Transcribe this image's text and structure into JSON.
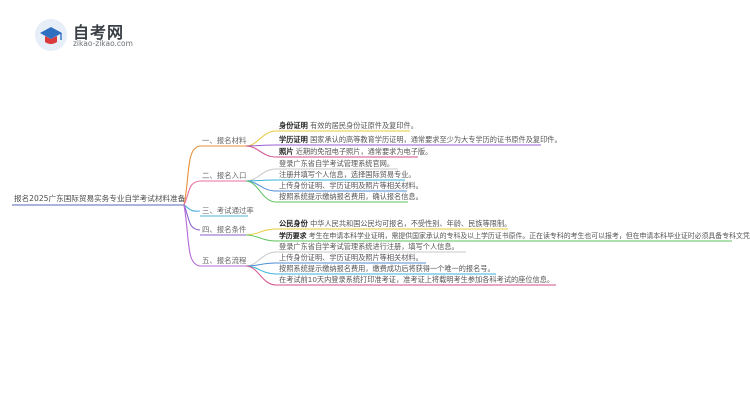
{
  "logo": {
    "title": "自考网",
    "subtitle": "zikao-zikao.com",
    "icon": "graduation-cap-icon"
  },
  "mindmap": {
    "root": "报名2025广东国际贸易实务专业自学考试材料准备",
    "branches": [
      {
        "label": "一、报名材料",
        "color": "#e8913a",
        "items": [
          {
            "key": "身份证明",
            "text": "有效的居民身份证原件及复印件。",
            "color": "#e8c93a"
          },
          {
            "key": "学历证明",
            "text": "国家承认的高等教育学历证明，通常要求至少为大专学历的证书原件及复印件。",
            "color": "#9a5fd0"
          },
          {
            "key": "照片",
            "text": "近期的免冠电子照片，通常要求为电子版。",
            "color": "#d04f8a"
          }
        ]
      },
      {
        "label": "二、报名入口",
        "color": "#e86fa0",
        "items": [
          {
            "key": "",
            "text": "登录广东省自学考试管理系统官网。",
            "color": "#c8c8c8"
          },
          {
            "key": "",
            "text": "注册并填写个人信息，选择国际贸易专业。",
            "color": "#3ab3d8"
          },
          {
            "key": "",
            "text": "上传身份证明、学历证明及照片等相关材料。",
            "color": "#4f8ed6"
          },
          {
            "key": "",
            "text": "按照系统提示缴纳报名费用，确认报名信息。",
            "color": "#5cc15c"
          }
        ]
      },
      {
        "label": "三、考试通过率",
        "color": "#4fb0d8",
        "items": []
      },
      {
        "label": "四、报名条件",
        "color": "#8a63c9",
        "items": [
          {
            "key": "公民身份",
            "text": "中华人民共和国公民均可报名，不受性别、年龄、民族等限制。",
            "color": "#e8c93a"
          },
          {
            "key": "学历要求",
            "text": "考生在申请本科学业证明，需提供国家承认的专科及以上学历证书原件。正在读专科的考生也可以报考，但在申请本科毕业证时必须具备专科文凭。",
            "color": "#5cc15c"
          }
        ]
      },
      {
        "label": "五、报名流程",
        "color": "#b468d8",
        "items": [
          {
            "key": "",
            "text": "登录广东省自学考试管理系统进行注册，填写个人信息。",
            "color": "#c8c8c8"
          },
          {
            "key": "",
            "text": "上传身份证明、学历证明及照片等相关材料。",
            "color": "#4f8ed6"
          },
          {
            "key": "",
            "text": "按照系统提示缴纳报名费用，缴费成功后将获得一个唯一的报名号。",
            "color": "#3ab3d8"
          },
          {
            "key": "",
            "text": "在考试前10天内登录系统打印准考证，准考证上将载明考生参加各科考试的座位信息。",
            "color": "#d04f8a"
          }
        ]
      }
    ]
  }
}
